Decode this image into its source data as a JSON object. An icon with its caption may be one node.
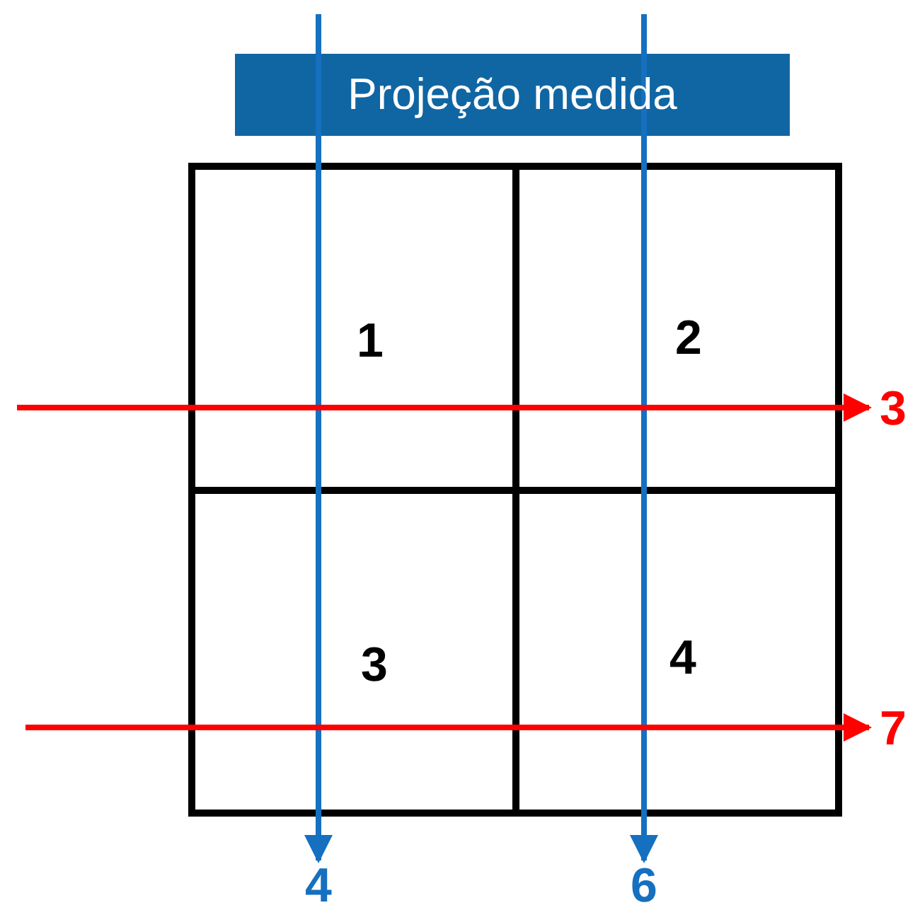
{
  "diagram": {
    "nodes": [
      {
        "text": [
          "Projeção medida"
        ]
      },
      {
        "text": [
          "1"
        ]
      },
      {
        "text": [
          "2"
        ]
      },
      {
        "text": [
          "3"
        ]
      },
      {
        "text": [
          "4"
        ]
      },
      {
        "text": [
          "3"
        ]
      },
      {
        "text": [
          "7"
        ]
      },
      {
        "text": [
          "4"
        ]
      },
      {
        "text": [
          "6"
        ]
      }
    ],
    "edges": [
      {
        "from": null,
        "to": 7,
        "arrow": "to",
        "color": "#1570c0"
      },
      {
        "from": null,
        "to": 8,
        "arrow": "to",
        "color": "#1570c0"
      },
      {
        "from": null,
        "to": 5,
        "arrow": "to",
        "color": "#ff0000"
      },
      {
        "from": null,
        "to": 6,
        "arrow": "to",
        "color": "#ff0000"
      }
    ]
  }
}
